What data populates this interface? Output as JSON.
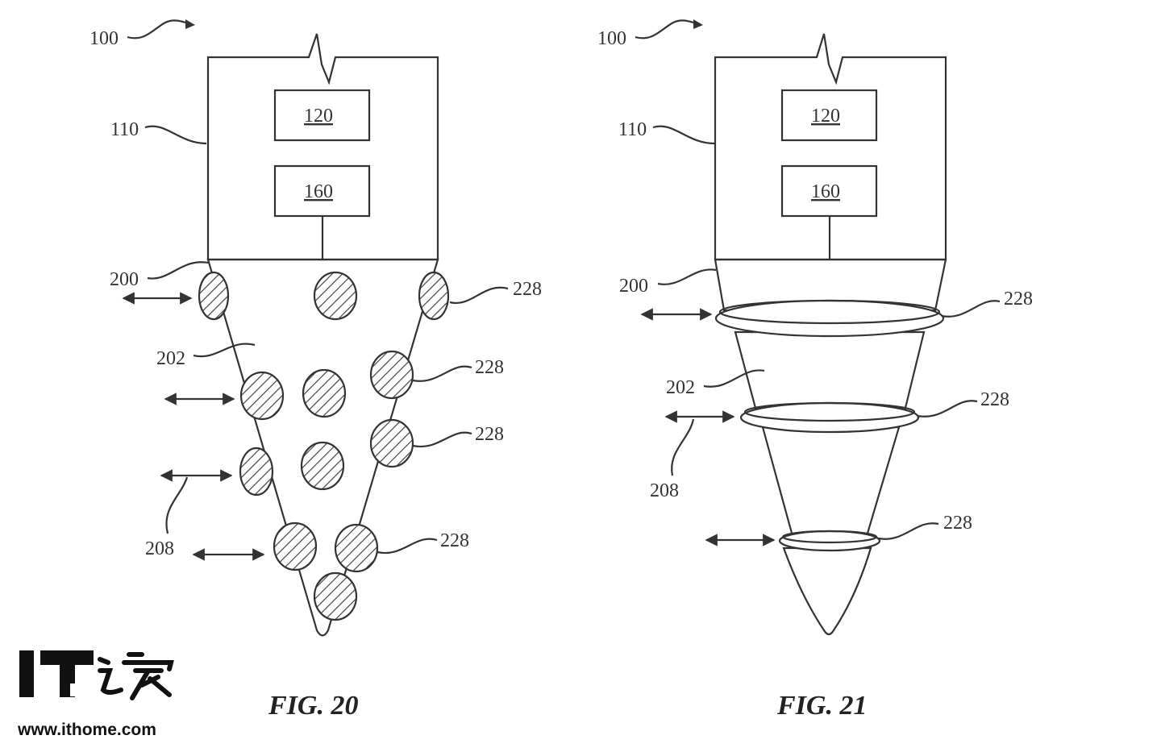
{
  "figures": [
    {
      "caption": "FIG. 20",
      "refs": {
        "assembly": "100",
        "housing": "110",
        "box_top": "120",
        "box_bottom": "160",
        "tip": "200",
        "tip_body": "202",
        "movement": "208",
        "actuators": [
          "228",
          "228",
          "228",
          "228"
        ]
      }
    },
    {
      "caption": "FIG. 21",
      "refs": {
        "assembly": "100",
        "housing": "110",
        "box_top": "120",
        "box_bottom": "160",
        "tip": "200",
        "tip_body": "202",
        "movement": "208",
        "actuators": [
          "228",
          "228",
          "228"
        ]
      }
    }
  ],
  "watermark": {
    "logo_text": "IT之家",
    "url": "www.ithome.com"
  }
}
